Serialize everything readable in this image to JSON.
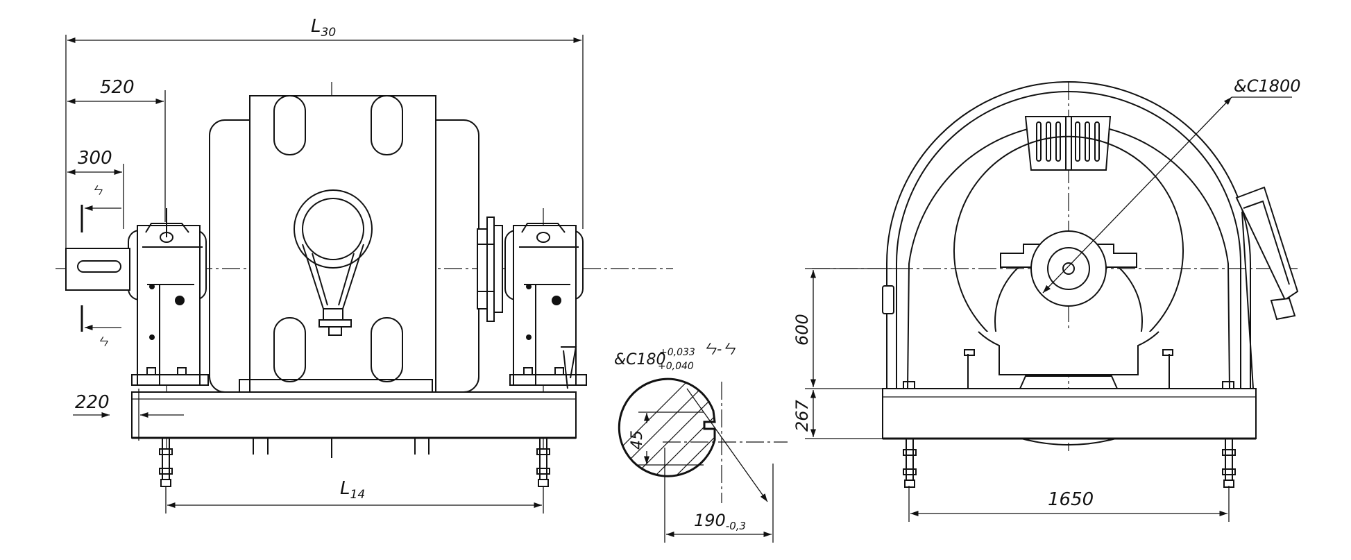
{
  "front_view": {
    "dims": {
      "l30": "L",
      "l30_sub": "30",
      "d520": "520",
      "d300": "300",
      "d220": "220",
      "l14": "L",
      "l14_sub": "14"
    },
    "section_mark_top": "ㄣ",
    "section_mark_bottom": "ㄣ"
  },
  "shaft_section": {
    "diameter_label": "&C180",
    "tol_upper": "+0,033",
    "tol_lower": "+0,040",
    "section_title": "ㄣ-ㄣ",
    "key_dim": "45",
    "width_dim": "190",
    "width_tol": "-0,3"
  },
  "side_view": {
    "diameter_label": "&C1800",
    "d600": "600",
    "d267": "267",
    "d1650": "1650"
  }
}
